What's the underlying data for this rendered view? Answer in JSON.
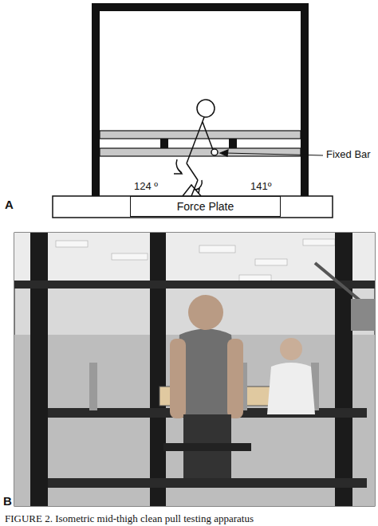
{
  "diagram": {
    "caption": "FIGURE 2. Isometric mid-thigh clean pull testing apparatus",
    "nodes": [
      {
        "text": [
          "Force Plate"
        ]
      }
    ],
    "labels": [
      "124 º",
      "141º",
      "Fixed Bar",
      "A",
      "B"
    ]
  }
}
